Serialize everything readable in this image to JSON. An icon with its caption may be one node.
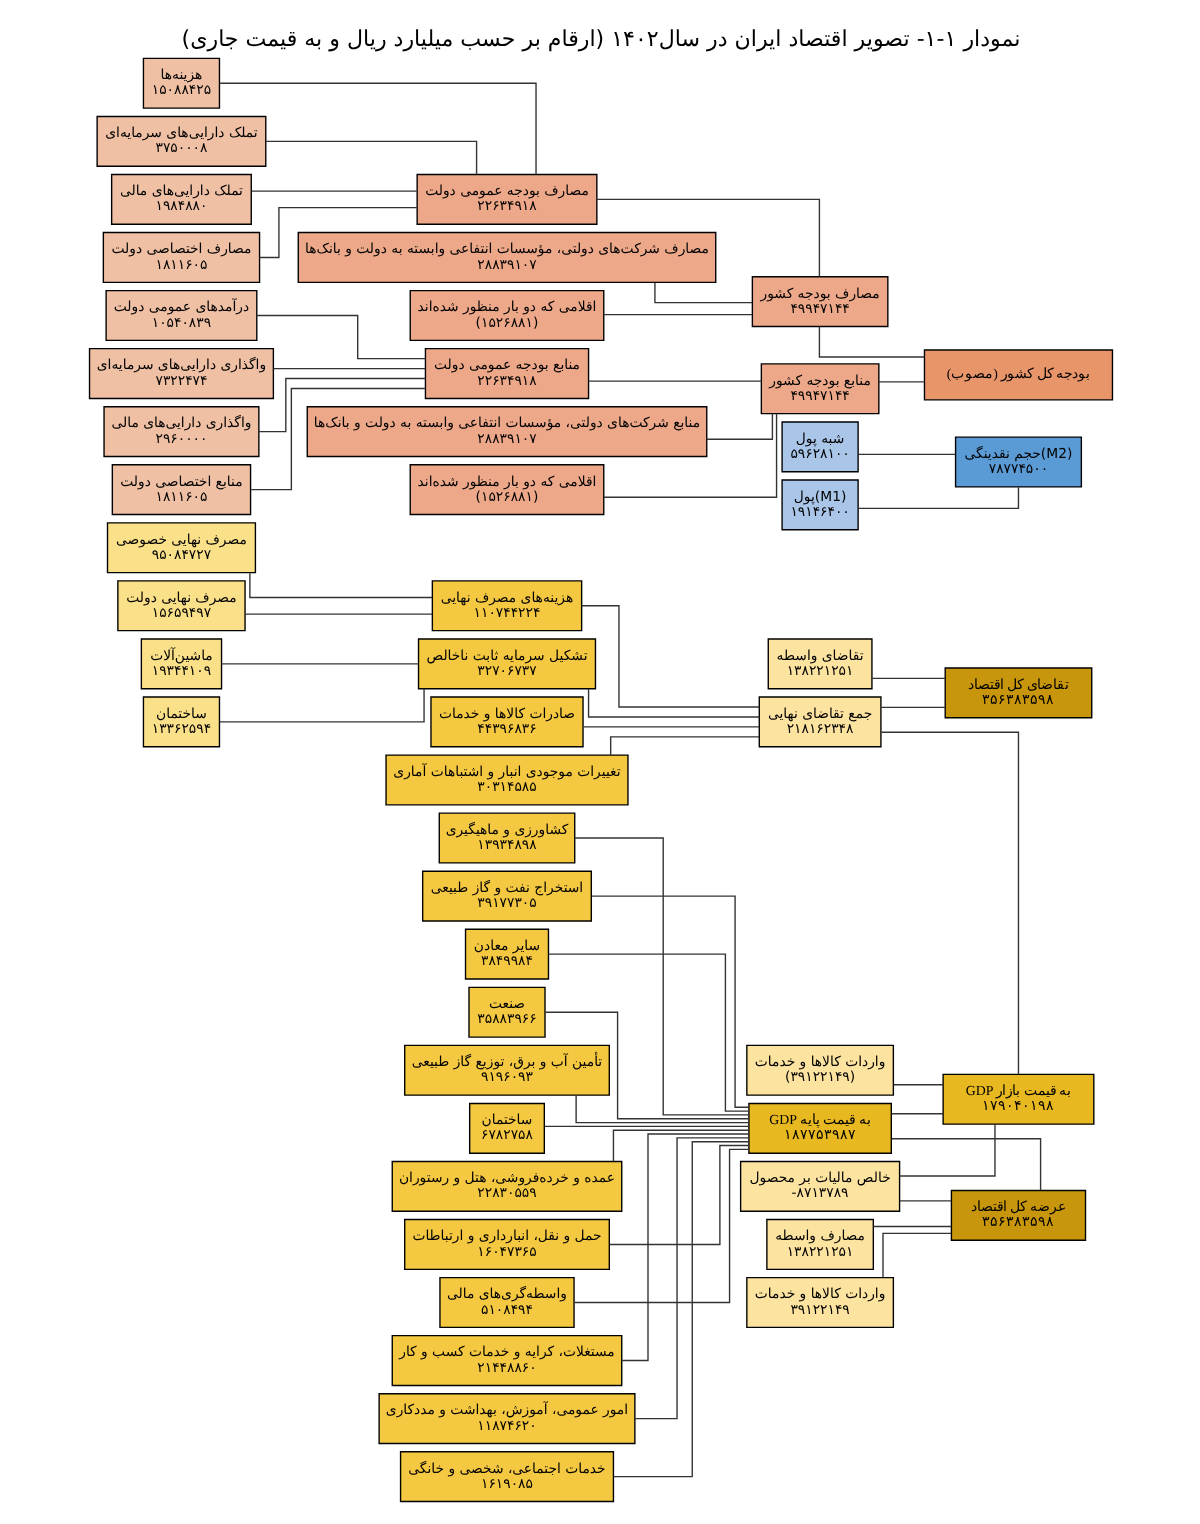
{
  "diagram": {
    "title": "نمودار ۱-۱- تصویر اقتصاد ایران در سال۱۴۰۲ (ارقام بر حسب میلیارد ریال و به قیمت جاری)",
    "nodes": [
      {
        "text": [
          "تقاضای کل اقتصاد",
          "۳۵۶۳۸۳۵۹۸"
        ]
      },
      {
        "text": [
          "تقاضای واسطه",
          "۱۳۸۲۲۱۲۵۱"
        ]
      },
      {
        "text": [
          "واردات کالاها و خدمات",
          "(۳۹۱۲۲۱۴۹)"
        ]
      },
      {
        "text": [
          "جمع تقاضای نهایی",
          "۲۱۸۱۶۲۳۴۸"
        ]
      },
      {
        "text": [
          "هزینه‌های مصرف نهایی",
          "۱۱۰۷۴۴۲۲۴"
        ]
      },
      {
        "text": [
          "مصرف نهایی خصوصی",
          "۹۵۰۸۴۷۲۷"
        ]
      },
      {
        "text": [
          "مصرف نهایی دولت",
          "۱۵۶۵۹۴۹۷"
        ]
      },
      {
        "text": [
          "تشکیل سرمایه ثابت ناخالص",
          "۳۲۷۰۶۷۳۷"
        ]
      },
      {
        "text": [
          "ماشین‌آلات",
          "۱۹۳۴۴۱۰۹"
        ]
      },
      {
        "text": [
          "ساختمان",
          "۱۳۳۶۲۵۹۴"
        ]
      },
      {
        "text": [
          "صادرات کالاها و خدمات",
          "۴۴۳۹۶۸۳۶"
        ]
      },
      {
        "text": [
          "تغییرات موجودی انبار و اشتباهات آماری",
          "۳۰۳۱۴۵۸۵"
        ]
      },
      {
        "text": [
          "حجم نقدینگی(M2)",
          "۷۸۷۷۴۵۰۰"
        ]
      },
      {
        "text": [
          "شبه پول",
          "۵۹۶۲۸۱۰۰"
        ]
      },
      {
        "text": [
          "پول(M1)",
          "۱۹۱۴۶۴۰۰"
        ]
      },
      {
        "text": [
          "GDP به قیمت بازار",
          "۱۷۹۰۴۰۱۹۸"
        ]
      },
      {
        "text": [
          "عرضه کل اقتصاد",
          "۳۵۶۳۸۳۵۹۸"
        ]
      },
      {
        "text": [
          "واردات کالاها و خدمات",
          "۳۹۱۲۲۱۴۹"
        ]
      },
      {
        "text": [
          "مصارف واسطه",
          "۱۳۸۲۲۱۲۵۱"
        ]
      },
      {
        "text": [
          "خالص مالیات بر محصول",
          "-۸۷۱۳۷۸۹"
        ]
      },
      {
        "text": [
          "GDP به قیمت پایه",
          "۱۸۷۷۵۳۹۸۷"
        ]
      },
      {
        "text": [
          "بودجه کل کشور (مصوب)"
        ]
      },
      {
        "text": [
          "مصارف بودجه کشور",
          "۴۹۹۴۷۱۴۴"
        ]
      },
      {
        "text": [
          "منابع بودجه کشور",
          "۴۹۹۴۷۱۴۴"
        ]
      },
      {
        "text": [
          "مصارف بودجه عمومی دولت",
          "۲۲۶۳۴۹۱۸"
        ]
      },
      {
        "text": [
          "منابع بودجه عمومی دولت",
          "۲۲۶۳۴۹۱۸"
        ]
      },
      {
        "text": [
          "هزینه‌ها",
          "۱۵۰۸۸۴۲۵"
        ]
      },
      {
        "text": [
          "درآمدهای عمومی دولت",
          "۱۰۵۴۰۸۳۹"
        ]
      },
      {
        "text": [
          "تملک دارایی‌های سرمایه‌ای",
          "۳۷۵۰۰۰۸"
        ]
      },
      {
        "text": [
          "واگذاری دارایی‌های سرمایه‌ای",
          "۷۳۲۲۴۷۴"
        ]
      },
      {
        "text": [
          "تملک دارایی‌های مالی",
          "۱۹۸۴۸۸۰"
        ]
      },
      {
        "text": [
          "واگذاری دارایی‌های مالی",
          "۲۹۶۰۰۰۰"
        ]
      },
      {
        "text": [
          "مصارف اختصاصی دولت",
          "۱۸۱۱۶۰۵"
        ]
      },
      {
        "text": [
          "منابع اختصاصی دولت",
          "۱۸۱۱۶۰۵"
        ]
      },
      {
        "text": [
          "مصارف شرکت‌های دولتی، مؤسسات انتفاعی وابسته به دولت و بانک‌ها",
          "۲۸۸۳۹۱۰۷"
        ]
      },
      {
        "text": [
          "منابع شرکت‌های دولتی، مؤسسات انتفاعی وابسته به دولت و بانک‌ها",
          "۲۸۸۳۹۱۰۷"
        ]
      },
      {
        "text": [
          "اقلامی که دو بار منظور شده‌اند",
          "(۱۵۲۶۸۸۱)"
        ]
      },
      {
        "text": [
          "اقلامی که دو بار منظور شده‌اند",
          "(۱۵۲۶۸۸۱)"
        ]
      },
      {
        "text": [
          "کشاورزی و ماهیگیری",
          "۱۳۹۳۴۸۹۸"
        ]
      },
      {
        "text": [
          "استخراج نفت و گاز طبیعی",
          "۳۹۱۷۷۳۰۵"
        ]
      },
      {
        "text": [
          "سایر معادن",
          "۳۸۴۹۹۸۴"
        ]
      },
      {
        "text": [
          "صنعت",
          "۳۵۸۸۳۹۶۶"
        ]
      },
      {
        "text": [
          "تأمین آب و برق، توزیع گاز طبیعی",
          "۹۱۹۶۰۹۳"
        ]
      },
      {
        "text": [
          "ساختمان",
          "۶۷۸۲۷۵۸"
        ]
      },
      {
        "text": [
          "عمده و خرده‌فروشی، هتل و رستوران",
          "۲۲۸۳۰۵۵۹"
        ]
      },
      {
        "text": [
          "حمل و نقل، انبارداری و ارتباطات",
          "۱۶۰۴۷۳۶۵"
        ]
      },
      {
        "text": [
          "واسطه‌گری‌های مالی",
          "۵۱۰۸۴۹۴"
        ]
      },
      {
        "text": [
          "مستغلات، کرایه و خدمات کسب و کار",
          "۲۱۴۴۸۸۶۰"
        ]
      },
      {
        "text": [
          "امور عمومی، آموزش، بهداشت و مددکاری",
          "۱۱۸۷۴۶۲۰"
        ]
      },
      {
        "text": [
          "خدمات اجتماعی، شخصی و خانگی",
          "۱۶۱۹۰۸۵"
        ]
      }
    ],
    "edges": [
      {
        "from": 0,
        "to": 1,
        "arrow": "none"
      },
      {
        "from": 0,
        "to": 3,
        "arrow": "none"
      },
      {
        "from": 3,
        "to": 4,
        "arrow": "none"
      },
      {
        "from": 3,
        "to": 7,
        "arrow": "none"
      },
      {
        "from": 3,
        "to": 10,
        "arrow": "none"
      },
      {
        "from": 3,
        "to": 11,
        "arrow": "none"
      },
      {
        "from": 4,
        "to": 5,
        "arrow": "none"
      },
      {
        "from": 4,
        "to": 6,
        "arrow": "none"
      },
      {
        "from": 7,
        "to": 8,
        "arrow": "none"
      },
      {
        "from": 7,
        "to": 9,
        "arrow": "none"
      },
      {
        "from": 12,
        "to": 13,
        "arrow": "none"
      },
      {
        "from": 12,
        "to": 14,
        "arrow": "none"
      },
      {
        "from": 15,
        "to": 2,
        "arrow": "none"
      },
      {
        "from": 15,
        "to": 3,
        "arrow": "none"
      },
      {
        "from": 15,
        "to": 19,
        "arrow": "none"
      },
      {
        "from": 15,
        "to": 20,
        "arrow": "none"
      },
      {
        "from": 16,
        "to": 17,
        "arrow": "none"
      },
      {
        "from": 16,
        "to": 18,
        "arrow": "none"
      },
      {
        "from": 16,
        "to": 19,
        "arrow": "none"
      },
      {
        "from": 16,
        "to": 20,
        "arrow": "none"
      },
      {
        "from": 21,
        "to": 22,
        "arrow": "none"
      },
      {
        "from": 21,
        "to": 23,
        "arrow": "none"
      },
      {
        "from": 22,
        "to": 24,
        "arrow": "none"
      },
      {
        "from": 22,
        "to": 34,
        "arrow": "none"
      },
      {
        "from": 22,
        "to": 36,
        "arrow": "none"
      },
      {
        "from": 23,
        "to": 25,
        "arrow": "none"
      },
      {
        "from": 23,
        "to": 35,
        "arrow": "none"
      },
      {
        "from": 23,
        "to": 37,
        "arrow": "none"
      },
      {
        "from": 24,
        "to": 26,
        "arrow": "none"
      },
      {
        "from": 24,
        "to": 28,
        "arrow": "none"
      },
      {
        "from": 24,
        "to": 30,
        "arrow": "none"
      },
      {
        "from": 24,
        "to": 32,
        "arrow": "none"
      },
      {
        "from": 25,
        "to": 27,
        "arrow": "none"
      },
      {
        "from": 25,
        "to": 29,
        "arrow": "none"
      },
      {
        "from": 25,
        "to": 31,
        "arrow": "none"
      },
      {
        "from": 25,
        "to": 33,
        "arrow": "none"
      },
      {
        "from": 20,
        "to": 38,
        "arrow": "none"
      },
      {
        "from": 20,
        "to": 39,
        "arrow": "none"
      },
      {
        "from": 20,
        "to": 40,
        "arrow": "none"
      },
      {
        "from": 20,
        "to": 41,
        "arrow": "none"
      },
      {
        "from": 20,
        "to": 42,
        "arrow": "none"
      },
      {
        "from": 20,
        "to": 43,
        "arrow": "none"
      },
      {
        "from": 20,
        "to": 44,
        "arrow": "none"
      },
      {
        "from": 20,
        "to": 45,
        "arrow": "none"
      },
      {
        "from": 20,
        "to": 46,
        "arrow": "none"
      },
      {
        "from": 20,
        "to": 47,
        "arrow": "none"
      },
      {
        "from": 20,
        "to": 48,
        "arrow": "none"
      },
      {
        "from": 20,
        "to": 49,
        "arrow": "none"
      }
    ]
  }
}
